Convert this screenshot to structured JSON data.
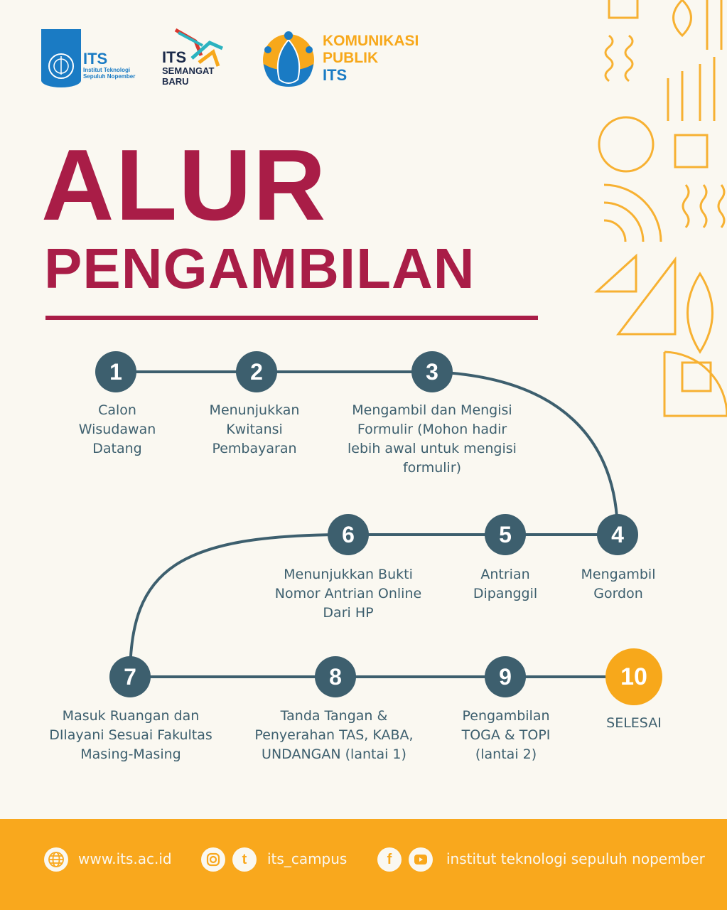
{
  "logos": {
    "its": {
      "abbr": "ITS",
      "name": "Institut Teknologi Sepuluh Nopember"
    },
    "semangat": {
      "line1": "ITS",
      "line2": "SEMANGAT",
      "line3": "BARU"
    },
    "kompub": {
      "line1": "KOMUNIKASI",
      "line2": "PUBLIK",
      "line3": "ITS"
    }
  },
  "title": {
    "line1": "ALUR",
    "line2": "PENGAMBILAN"
  },
  "colors": {
    "accent": "#a91d47",
    "node": "#3d5f6e",
    "final": "#f7a81b",
    "footer": "#f9a81d"
  },
  "steps": [
    {
      "num": "1",
      "label": "Calon Wisudawan Datang"
    },
    {
      "num": "2",
      "label": "Menunjukkan Kwitansi Pembayaran"
    },
    {
      "num": "3",
      "label": "Mengambil dan Mengisi Formulir (Mohon hadir lebih awal untuk mengisi formulir)"
    },
    {
      "num": "4",
      "label": "Mengambil Gordon"
    },
    {
      "num": "5",
      "label": "Antrian Dipanggil"
    },
    {
      "num": "6",
      "label": "Menunjukkan Bukti Nomor Antrian Online Dari HP"
    },
    {
      "num": "7",
      "label": "Masuk Ruangan dan DIlayani Sesuai Fakultas Masing-Masing"
    },
    {
      "num": "8",
      "label": "Tanda Tangan & Penyerahan TAS, KABA, UNDANGAN (lantai 1)"
    },
    {
      "num": "9",
      "label": "Pengambilan TOGA & TOPI (lantai 2)"
    },
    {
      "num": "10",
      "label": "SELESAI"
    }
  ],
  "footer": {
    "website": "www.its.ac.id",
    "social_handle": "its_campus",
    "channel_name": "institut teknologi sepuluh nopember",
    "icons": [
      "globe-icon",
      "instagram-icon",
      "twitter-icon",
      "facebook-icon",
      "youtube-icon"
    ]
  }
}
